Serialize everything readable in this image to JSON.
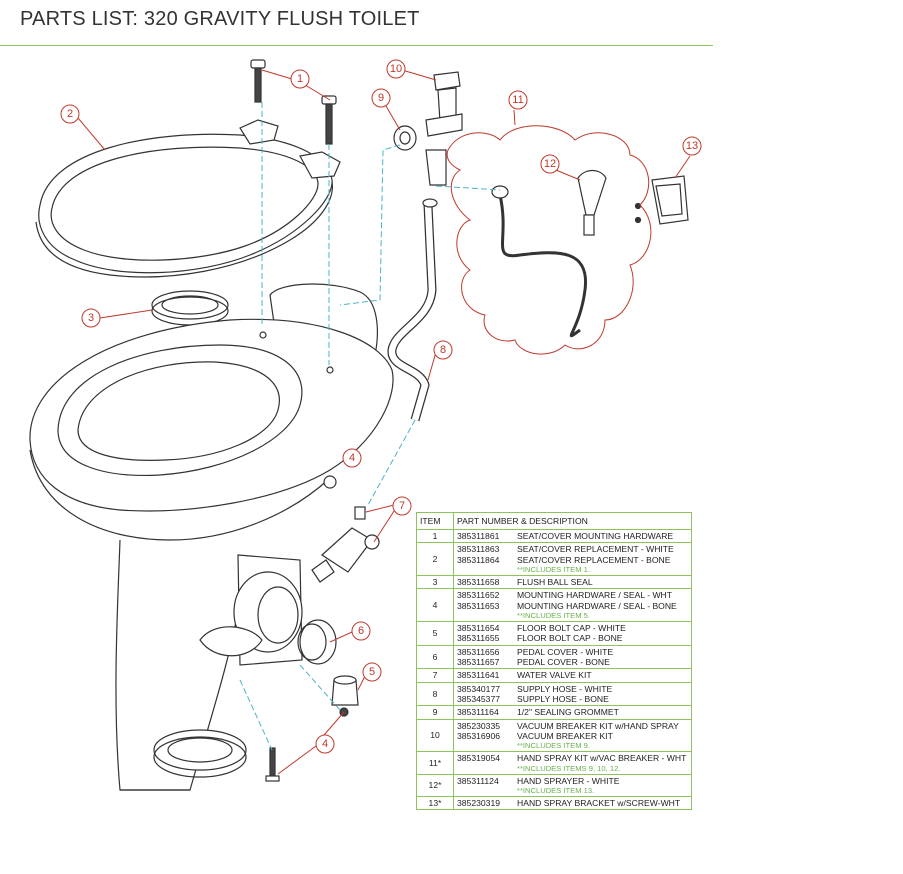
{
  "title": "PARTS LIST:  320 GRAVITY FLUSH TOILET",
  "callouts": [
    "1",
    "2",
    "3",
    "4",
    "5",
    "6",
    "7",
    "8",
    "9",
    "10",
    "11",
    "12",
    "13"
  ],
  "table": {
    "headers": [
      "ITEM",
      "PART NUMBER & DESCRIPTION"
    ],
    "rows": [
      {
        "item": "1",
        "lines": [
          {
            "pn": "385311861",
            "desc": "SEAT/COVER MOUNTING HARDWARE"
          }
        ],
        "note": ""
      },
      {
        "item": "2",
        "lines": [
          {
            "pn": "385311863",
            "desc": "SEAT/COVER REPLACEMENT - WHITE"
          },
          {
            "pn": "385311864",
            "desc": "SEAT/COVER REPLACEMENT - BONE"
          }
        ],
        "note": "**INCLUDES ITEM 1."
      },
      {
        "item": "3",
        "lines": [
          {
            "pn": "385311658",
            "desc": "FLUSH BALL SEAL"
          }
        ],
        "note": ""
      },
      {
        "item": "4",
        "lines": [
          {
            "pn": "385311652",
            "desc": "MOUNTING HARDWARE / SEAL - WHT"
          },
          {
            "pn": "385311653",
            "desc": "MOUNTING HARDWARE / SEAL - BONE"
          }
        ],
        "note": "**INCLUDES ITEM 5."
      },
      {
        "item": "5",
        "lines": [
          {
            "pn": "385311654",
            "desc": "FLOOR BOLT CAP - WHITE"
          },
          {
            "pn": "385311655",
            "desc": "FLOOR BOLT CAP - BONE"
          }
        ],
        "note": ""
      },
      {
        "item": "6",
        "lines": [
          {
            "pn": "385311656",
            "desc": "PEDAL COVER - WHITE"
          },
          {
            "pn": "385311657",
            "desc": "PEDAL COVER - BONE"
          }
        ],
        "note": ""
      },
      {
        "item": "7",
        "lines": [
          {
            "pn": "385311641",
            "desc": "WATER VALVE KIT"
          }
        ],
        "note": ""
      },
      {
        "item": "8",
        "lines": [
          {
            "pn": "385340177",
            "desc": "SUPPLY HOSE - WHITE"
          },
          {
            "pn": "385345377",
            "desc": "SUPPLY HOSE - BONE"
          }
        ],
        "note": ""
      },
      {
        "item": "9",
        "lines": [
          {
            "pn": "385311164",
            "desc": "1/2\" SEALING GROMMET"
          }
        ],
        "note": ""
      },
      {
        "item": "10",
        "lines": [
          {
            "pn": "385230335",
            "desc": "VACUUM BREAKER KIT w/HAND SPRAY"
          },
          {
            "pn": "385316906",
            "desc": "VACUUM BREAKER KIT"
          }
        ],
        "note": "**INCLUDES ITEM 9."
      },
      {
        "item": "11*",
        "lines": [
          {
            "pn": "385319054",
            "desc": "HAND SPRAY KIT w/VAC BREAKER - WHT"
          }
        ],
        "note": "**INCLUDES ITEMS 9, 10, 12."
      },
      {
        "item": "12*",
        "lines": [
          {
            "pn": "385311124",
            "desc": "HAND SPRAYER - WHITE"
          }
        ],
        "note": "**INCLUDES ITEM 13."
      },
      {
        "item": "13*",
        "lines": [
          {
            "pn": "385230319",
            "desc": "HAND SPRAY BRACKET w/SCREW-WHT"
          }
        ],
        "note": ""
      }
    ]
  },
  "colors": {
    "accent_green": "#8dc35a",
    "note_green": "#6ab04c",
    "callout_red": "#c0392b",
    "leader_cyan": "#4fb3c9",
    "line": "#333333"
  }
}
